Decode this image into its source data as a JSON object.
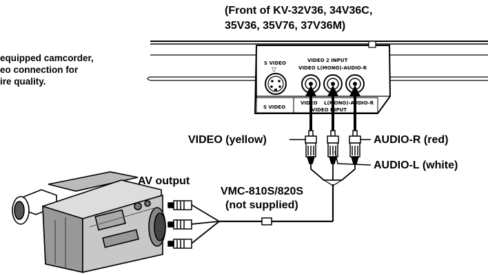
{
  "tv_header": {
    "line1": "(Front of KV-32V36, 34V36C,",
    "line2": "35V36, 35V76, 37V36M)"
  },
  "note": {
    "line1": "equipped camcorder,",
    "line2": "eo connection for",
    "line3": "ire quality."
  },
  "panel": {
    "svideo_top": "S VIDEO",
    "svideo_arrow": "▽",
    "input_title": "VIDEO 2 INPUT",
    "input_sub": "VIDEO L(MONO)-AUDIO-R",
    "svideo_bottom": "S VIDEO",
    "bottom_video": "VIDEO",
    "bottom_audio": "L(MONO)-AUDIO-R",
    "bottom_input": "VIDEO INPUT"
  },
  "labels": {
    "video_yellow": "VIDEO (yellow)",
    "audio_r_red": "AUDIO-R (red)",
    "audio_l_white": "AUDIO-L (white)",
    "av_output": "AV output",
    "cable_model": "VMC-810S/820S",
    "cable_note": "(not supplied)"
  }
}
